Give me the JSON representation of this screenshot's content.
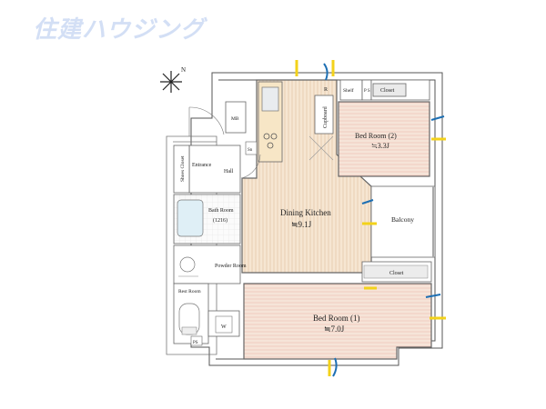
{
  "watermark": "住建ハウジング",
  "compass": "N",
  "rooms": {
    "bedroom2": {
      "name": "Bed Room (2)",
      "size": "≒3.3J"
    },
    "dining": {
      "name": "Dining Kitchen",
      "size": "≒9.1J"
    },
    "bedroom1": {
      "name": "Bed Room (1)",
      "size": "≒7.0J"
    },
    "balcony": "Balcony",
    "closet_top": "Closet",
    "closet_mid": "Closet",
    "shelf": "Shelf",
    "ps_top": "P S",
    "r_label": "R",
    "cupboard": "Cupboard",
    "mb": "MB",
    "sn": "Sn",
    "shoes_closet": "Shoes Closet",
    "entrance": "Entrance",
    "hall": "Hall",
    "bathroom": {
      "name": "Bath Room",
      "size": "(1216)"
    },
    "powder": "Powder Room",
    "rest": "Rest Room",
    "w": "W",
    "ps_bottom": "PS"
  },
  "colors": {
    "floor": "#f4e0c8",
    "floor_line": "#e0b898",
    "bed_line": "#eeb8b0",
    "wall": "#ffffff",
    "window": "#cfe3ee",
    "yellow": "#f3d21a",
    "blue": "#1d6fb3",
    "fixture": "#dfeff6"
  }
}
